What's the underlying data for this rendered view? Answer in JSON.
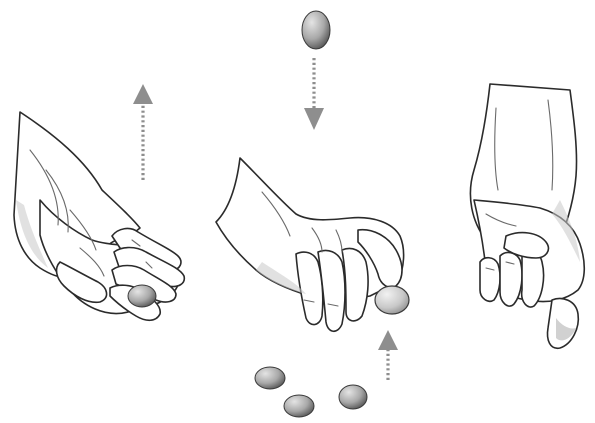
{
  "colors": {
    "background": "#ffffff",
    "outline": "#2b2b2b",
    "stone_light": "#c4c4c4",
    "stone_dark": "#5a5a5a",
    "arrow": "#8e8e8e"
  },
  "figure": {
    "panels": [
      "open-palm-toss",
      "catch-stone",
      "closed-fist"
    ],
    "arrows": [
      "up",
      "down",
      "up"
    ],
    "stones_on_ground": 3
  }
}
